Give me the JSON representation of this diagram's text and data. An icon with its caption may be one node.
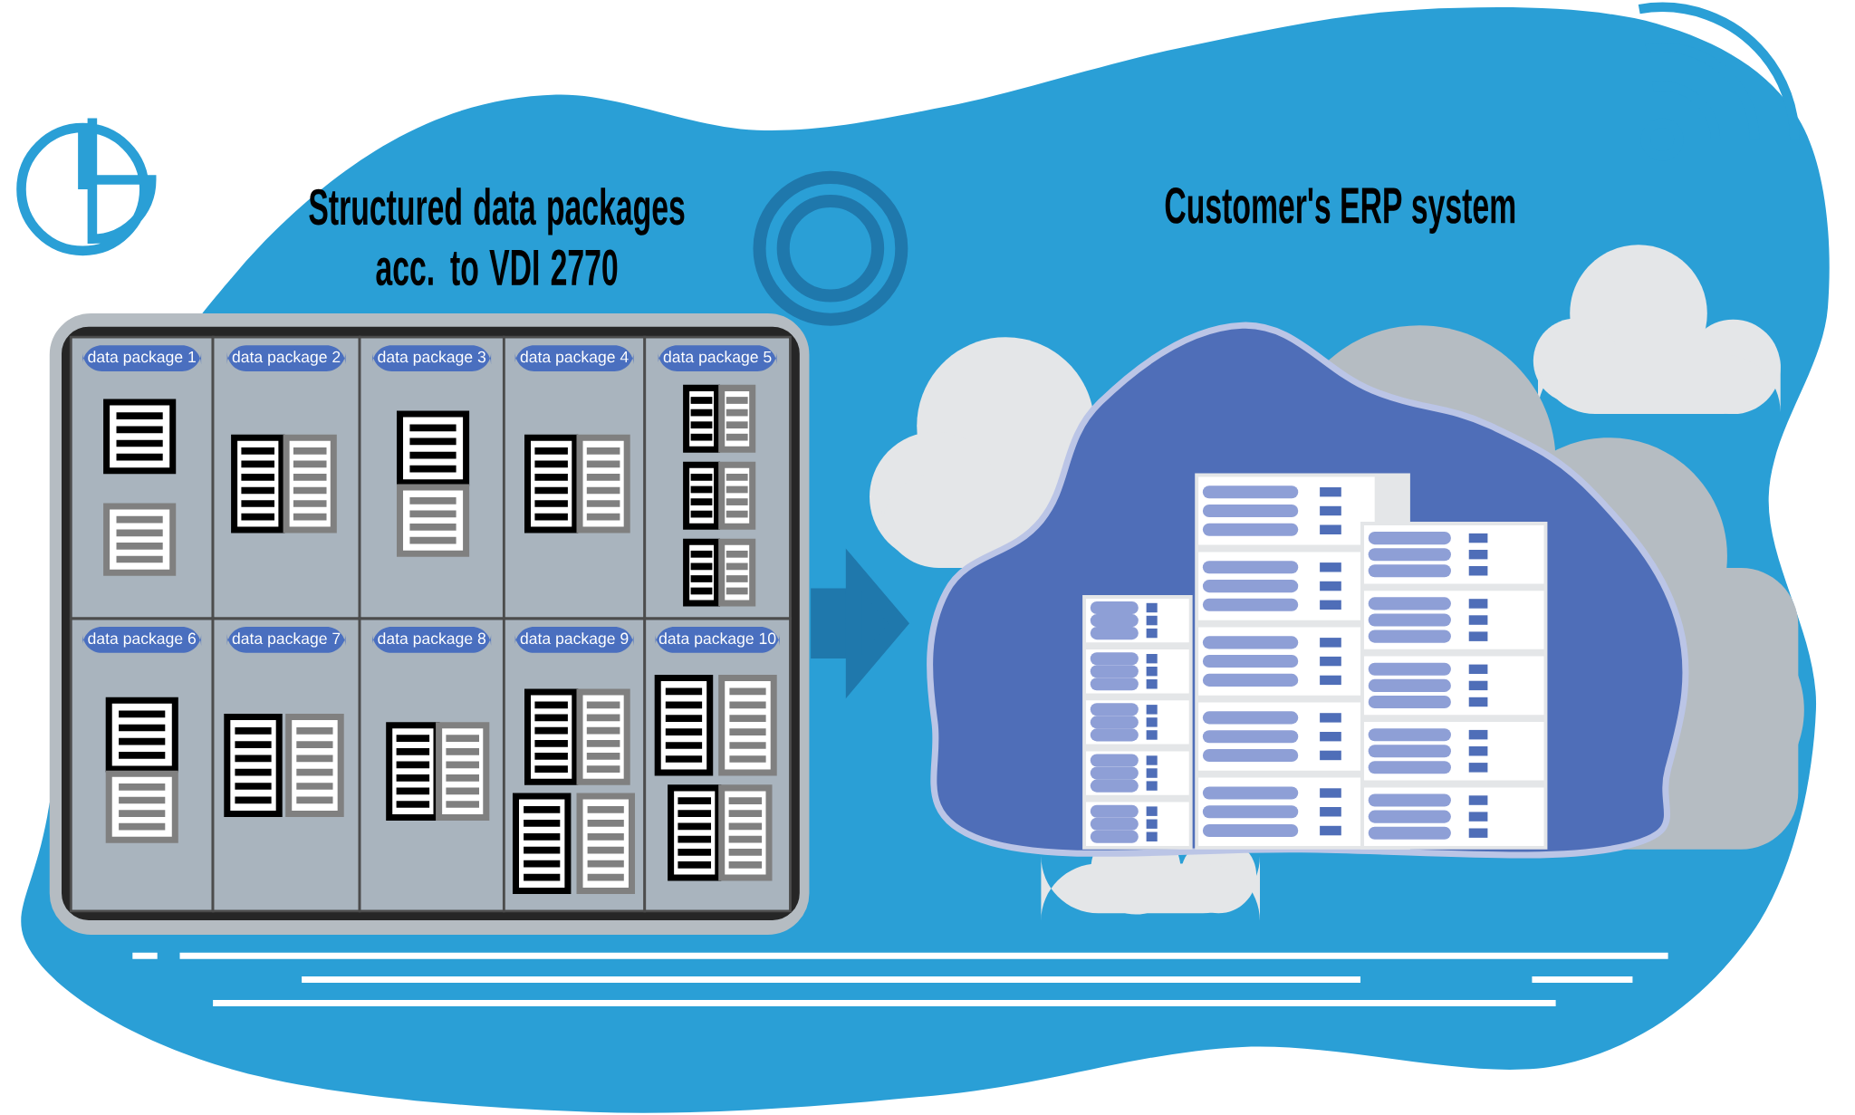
{
  "diagram": {
    "nodes": [
      {
        "text": [
          "Structured data packages acc. to VDI 2770"
        ]
      },
      {
        "text": [
          "data package 1"
        ],
        "in": 0
      },
      {
        "text": [
          "data package 2"
        ],
        "in": 0
      },
      {
        "text": [
          "data package 3"
        ],
        "in": 0
      },
      {
        "text": [
          "data package 4"
        ],
        "in": 0
      },
      {
        "text": [
          "data package 5"
        ],
        "in": 0
      },
      {
        "text": [
          "data package 6"
        ],
        "in": 0
      },
      {
        "text": [
          "data package 7"
        ],
        "in": 0
      },
      {
        "text": [
          "data package 8"
        ],
        "in": 0
      },
      {
        "text": [
          "data package 9"
        ],
        "in": 0
      },
      {
        "text": [
          "data package 10"
        ],
        "in": 0
      },
      {
        "text": [
          "Customer's ERP system"
        ]
      }
    ],
    "edges": [
      {
        "from": 0,
        "to": 11,
        "arrow": "to"
      }
    ]
  }
}
